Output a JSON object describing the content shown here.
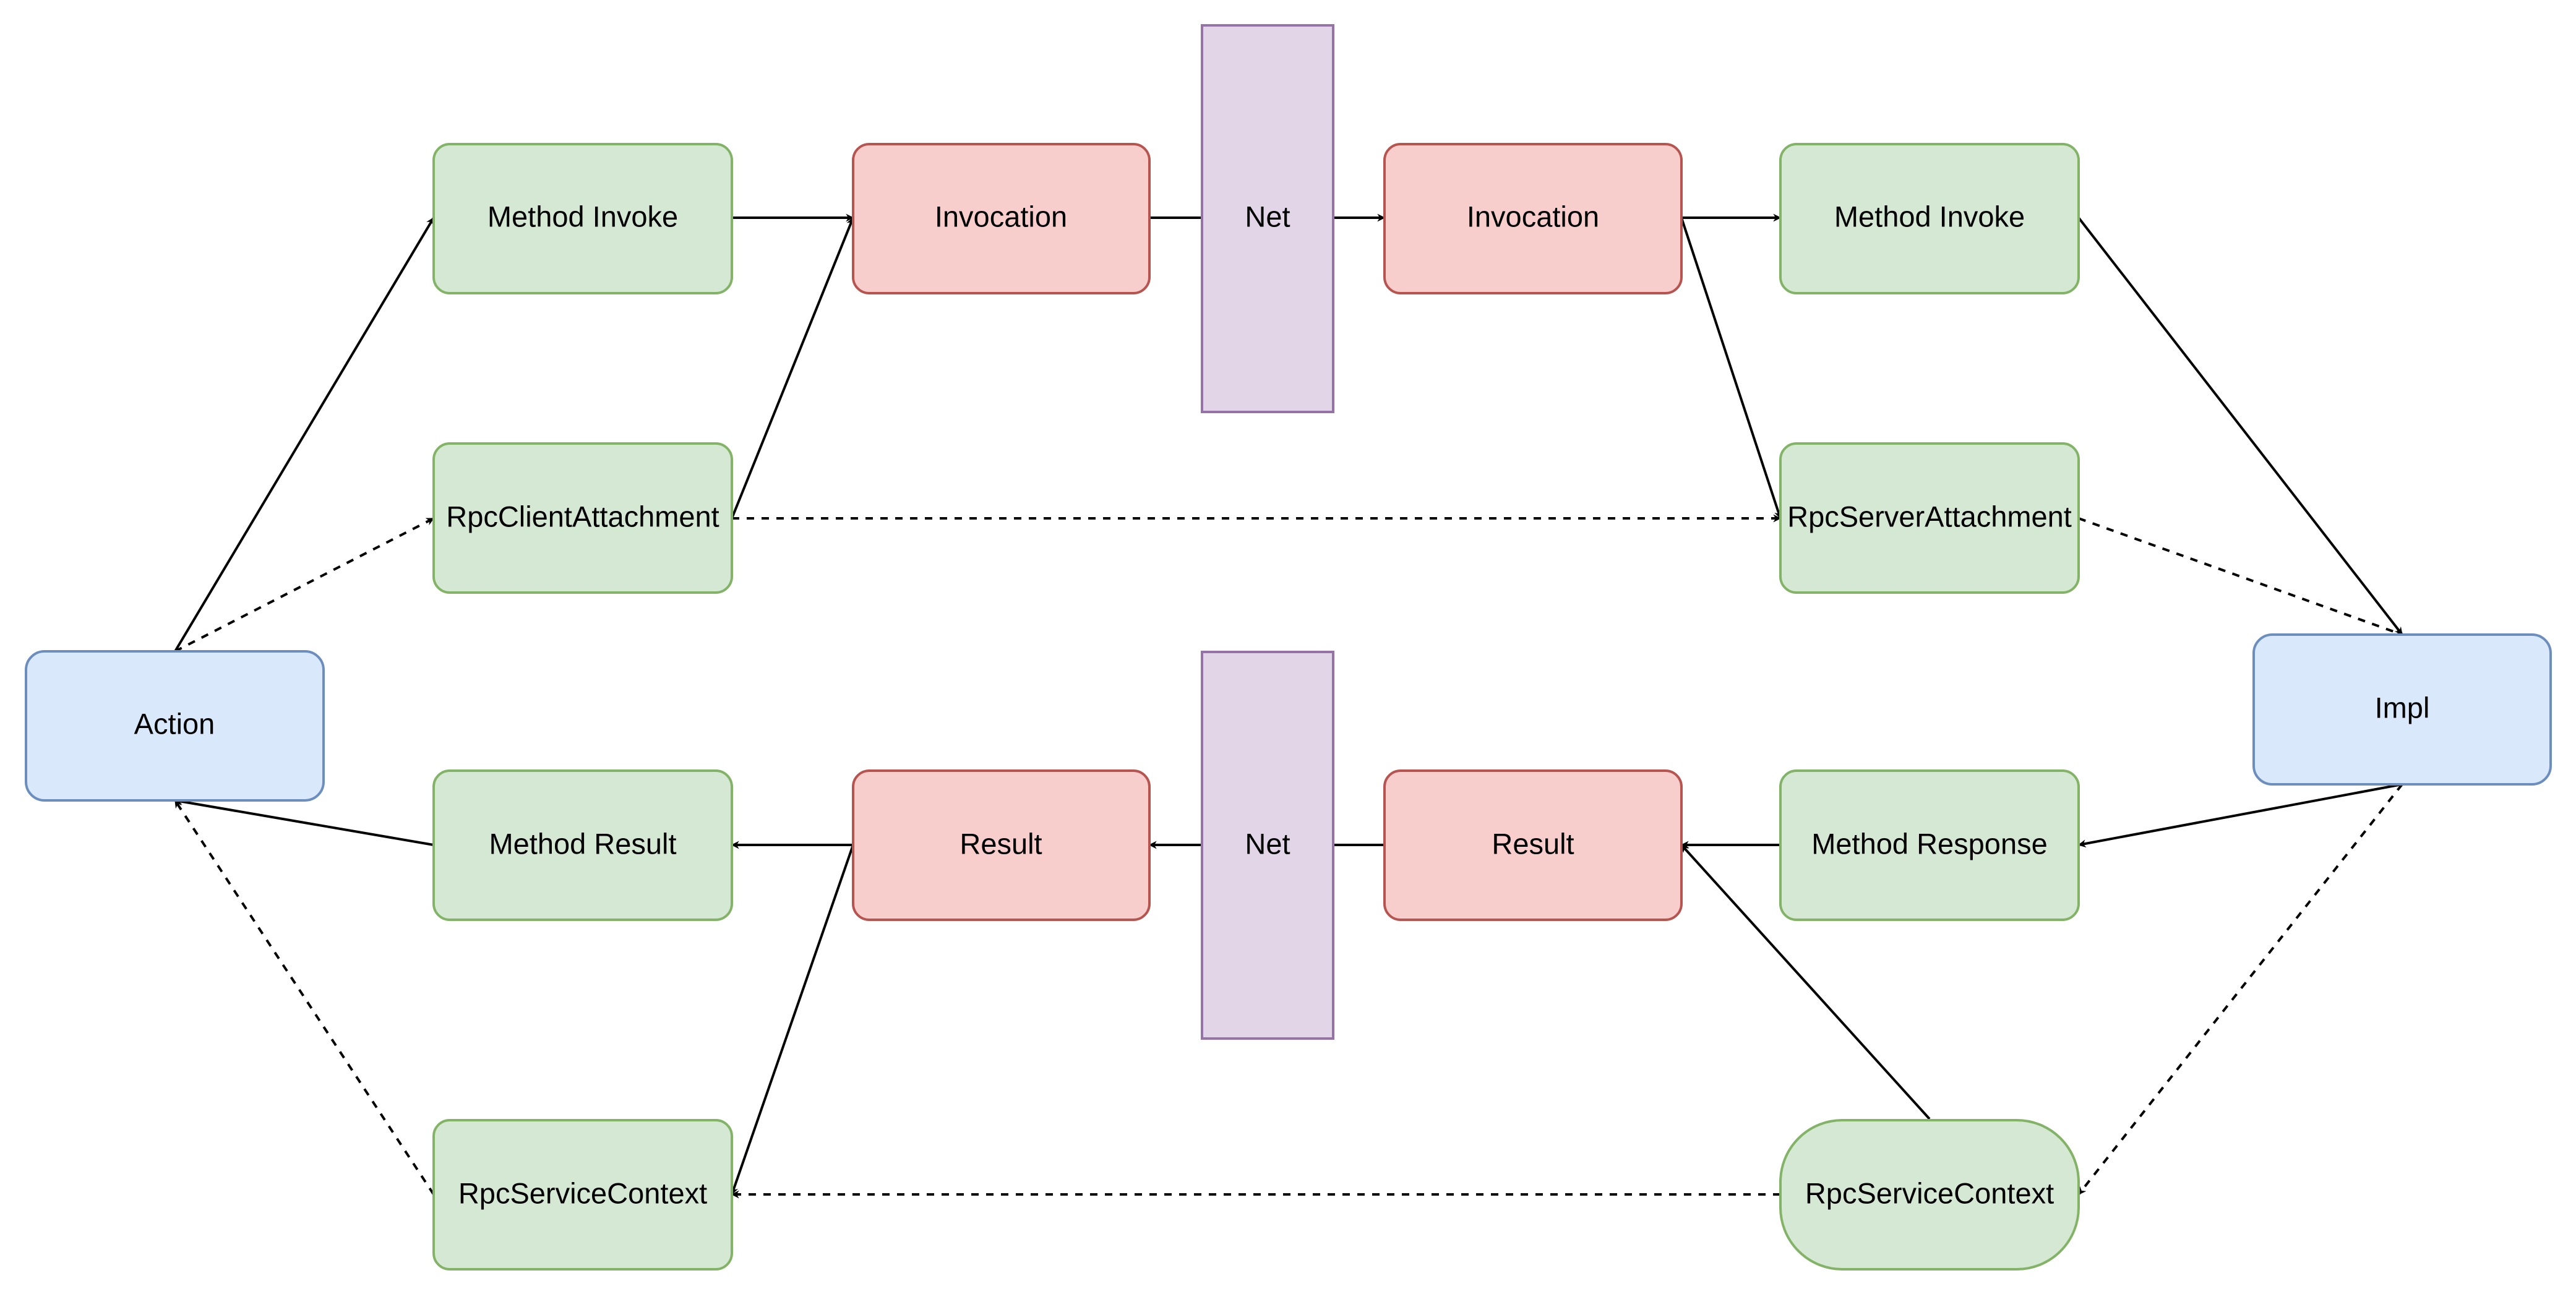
{
  "colors": {
    "green_fill": "#d5e8d4",
    "green_stroke": "#82b366",
    "red_fill": "#f8cecc",
    "red_stroke": "#b85450",
    "blue_fill": "#dae8fc",
    "blue_stroke": "#6c8ebf",
    "purple_fill": "#e1d5e7",
    "purple_stroke": "#9673a6",
    "edge": "#000000"
  },
  "nodes": {
    "action": "Action",
    "client_method_invoke": "Method Invoke",
    "rpc_client_attachment": "RpcClientAttachment",
    "client_invocation": "Invocation",
    "net_top": "Net",
    "server_invocation": "Invocation",
    "server_method_invoke": "Method Invoke",
    "rpc_server_attachment": "RpcServerAttachment",
    "impl": "Impl",
    "method_response": "Method Response",
    "server_result": "Result",
    "net_bottom": "Net",
    "client_result": "Result",
    "method_result": "Method Result",
    "client_rpc_service_context": "RpcServiceContext",
    "server_rpc_service_context": "RpcServiceContext"
  }
}
